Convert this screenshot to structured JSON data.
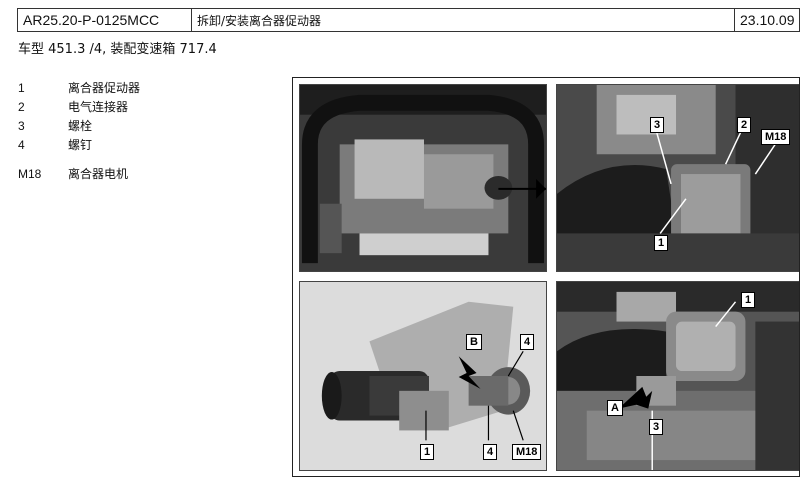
{
  "header": {
    "code": "AR25.20-P-0125MCC",
    "title": "拆卸/安装离合器促动器",
    "date": "23.10.09"
  },
  "model_line": "车型  451.3 /4, 装配变速箱 717.4",
  "legend": [
    {
      "num": "1",
      "label": "离合器促动器"
    },
    {
      "num": "2",
      "label": "电气连接器"
    },
    {
      "num": "3",
      "label": "螺栓"
    },
    {
      "num": "4",
      "label": "螺钉"
    }
  ],
  "legend_extra": [
    {
      "num": "M18",
      "label": "离合器电机"
    }
  ],
  "callouts": {
    "p2_3": "3",
    "p2_2": "2",
    "p2_m18": "M18",
    "p2_1": "1",
    "p3_b": "B",
    "p3_4a": "4",
    "p3_1": "1",
    "p3_4b": "4",
    "p3_m18": "M18",
    "p4_1": "1",
    "p4_a": "A",
    "p4_3": "3"
  }
}
